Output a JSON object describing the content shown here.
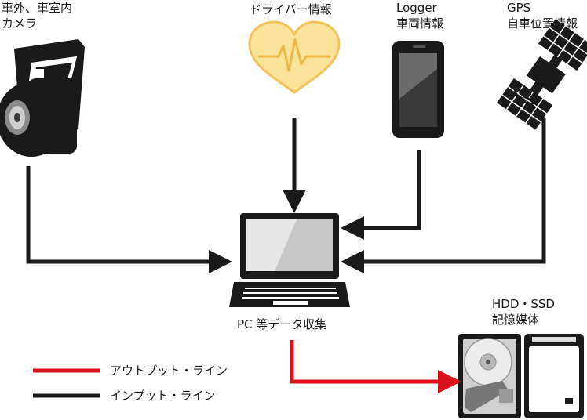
{
  "sources": {
    "camera": {
      "line1": "車外、車室内",
      "line2": "カメラ"
    },
    "driver": {
      "line1": "ドライバー情報"
    },
    "logger": {
      "line1": "Logger",
      "line2": "車両情報"
    },
    "gps": {
      "line1": "GPS",
      "line2": "自車位置情報"
    }
  },
  "pc": {
    "label": "PC 等データ収集"
  },
  "storage": {
    "line1": "HDD・SSD",
    "line2": "記憶媒体"
  },
  "legend": [
    {
      "label": "アウトプット・ライン",
      "color": "#d9121b"
    },
    {
      "label": "インプット・ライン",
      "color": "#1a1a1a"
    }
  ],
  "colors": {
    "input": "#1a1a1a",
    "output": "#d9121b",
    "heart_fill": "#fbe39a",
    "heart_stroke": "#f3c35a"
  }
}
